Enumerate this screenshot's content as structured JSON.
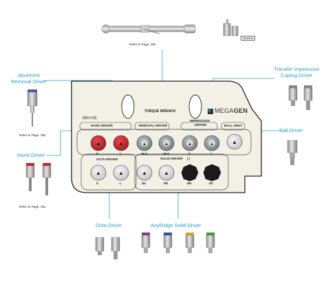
{
  "callouts": {
    "abutment_removal": [
      "Abutment",
      "Removal Driver"
    ],
    "hand_driver": "Hand Driver",
    "transfer_impression": [
      "Transfer Impression",
      "Coping Driver"
    ],
    "ball_driver": "Ball Driver",
    "octa_driver": "Octa Driver",
    "anyridge_solid": "AnyRidge Solid Driver"
  },
  "refs": {
    "torque_wrench_ref": "Refer to Page. 392",
    "abutment_ref": "Refer to Page. 392",
    "hand_ref": "Refer to Page. 391"
  },
  "tray": {
    "revision": "[REV.03]",
    "torque_wrench": "TORQUE WRENCH",
    "brand_left": "MEGA",
    "brand_right": "GEN",
    "ratchet_tag": "Ratchet",
    "tracks": {
      "hand": "HAND DRIVER",
      "removal": "REMOVAL DRIVER",
      "impression_1": "IMPRESSION",
      "impression_2": "DRIVER",
      "ball": "BALL ABUT.",
      "octa": "OCTA DRIVER",
      "solid": "SOLID DRIVER",
      "solid_tag": "[ ]"
    },
    "sockets_top": [
      "S",
      "L",
      "16.0",
      "25.0",
      "S",
      "L"
    ],
    "sockets_bottom": [
      "S",
      "L",
      "Ø4",
      "Ø5",
      "Ø6",
      "Ø7"
    ]
  },
  "colors": {
    "accent": "#2d9cc2",
    "hand_socket": "#c8202a",
    "removal_socket": "#8f959c",
    "impression_socket": "#8f959c",
    "ball_socket": "#d8d8d8",
    "solid_dark": "#1a1a1a",
    "tray_face": "#f3f1e6"
  }
}
